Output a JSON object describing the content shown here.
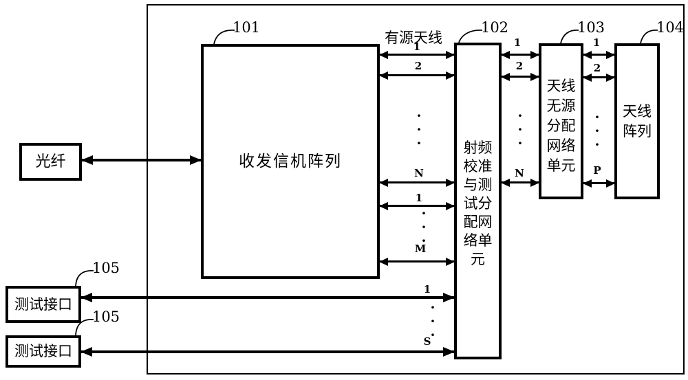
{
  "figure": {
    "boxes": {
      "fiber": {
        "label": "光纤"
      },
      "transceiver_array": {
        "label": "收发信机阵列",
        "ref": "101"
      },
      "rf_calibration_unit": {
        "label": "射频\n校准\n与测\n试分\n配网\n络单\n元",
        "ref": "102"
      },
      "antenna_passive_distribution_unit": {
        "label": "天线\n无源\n分配\n网络\n单元",
        "ref": "103"
      },
      "antenna_array": {
        "label": "天线\n阵列",
        "ref": "104"
      },
      "test_interface_1": {
        "label": "测试接口",
        "ref": "105"
      },
      "test_interface_2": {
        "label": "测试接口",
        "ref": "105"
      }
    },
    "annotations": {
      "active_antenna": "有源天线"
    },
    "port_labels": {
      "transceiver_to_rf_group1": [
        "1",
        "2",
        "N"
      ],
      "transceiver_to_rf_group2": [
        "1",
        "M"
      ],
      "rf_to_passive": [
        "1",
        "2",
        "N"
      ],
      "passive_to_array": [
        "1",
        "2",
        "P"
      ],
      "test_to_rf": [
        "1",
        "S"
      ]
    },
    "ellipsis": "·\n·\n·"
  }
}
